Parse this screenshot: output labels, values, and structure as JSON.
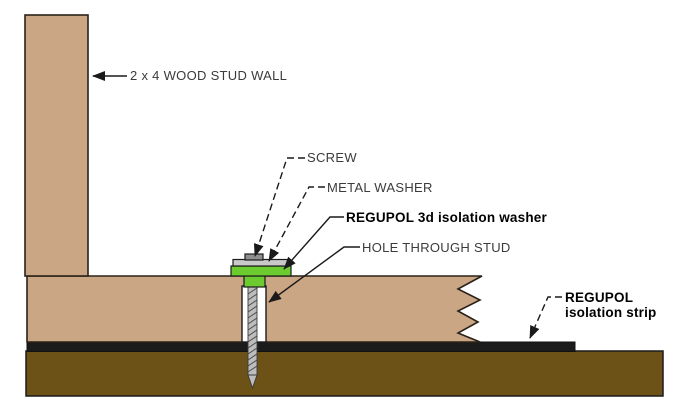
{
  "diagram": {
    "type": "construction-detail",
    "labels": {
      "wall": "2 x 4 WOOD STUD WALL",
      "screw": "SCREW",
      "metal_washer": "METAL WASHER",
      "isolation_washer": "REGUPOL 3d isolation washer",
      "hole": "HOLE THROUGH STUD",
      "isolation_strip_line1": "REGUPOL",
      "isolation_strip_line2": "isolation strip"
    },
    "colors": {
      "wood": "#CBA684",
      "floor_base": "#6D5217",
      "isolation_strip": "#1B1B1B",
      "isolation_washer_green": "#6CCB2F",
      "metal_washer_gray": "#C9C9C9",
      "screw_head_gray": "#8F8F8F",
      "screw_shaft_gray": "#BDBDBD",
      "outline": "#2A2A2A",
      "leader_line": "#1A1A1A",
      "label_text": "#3B3B3B",
      "background": "#FFFFFF"
    }
  }
}
